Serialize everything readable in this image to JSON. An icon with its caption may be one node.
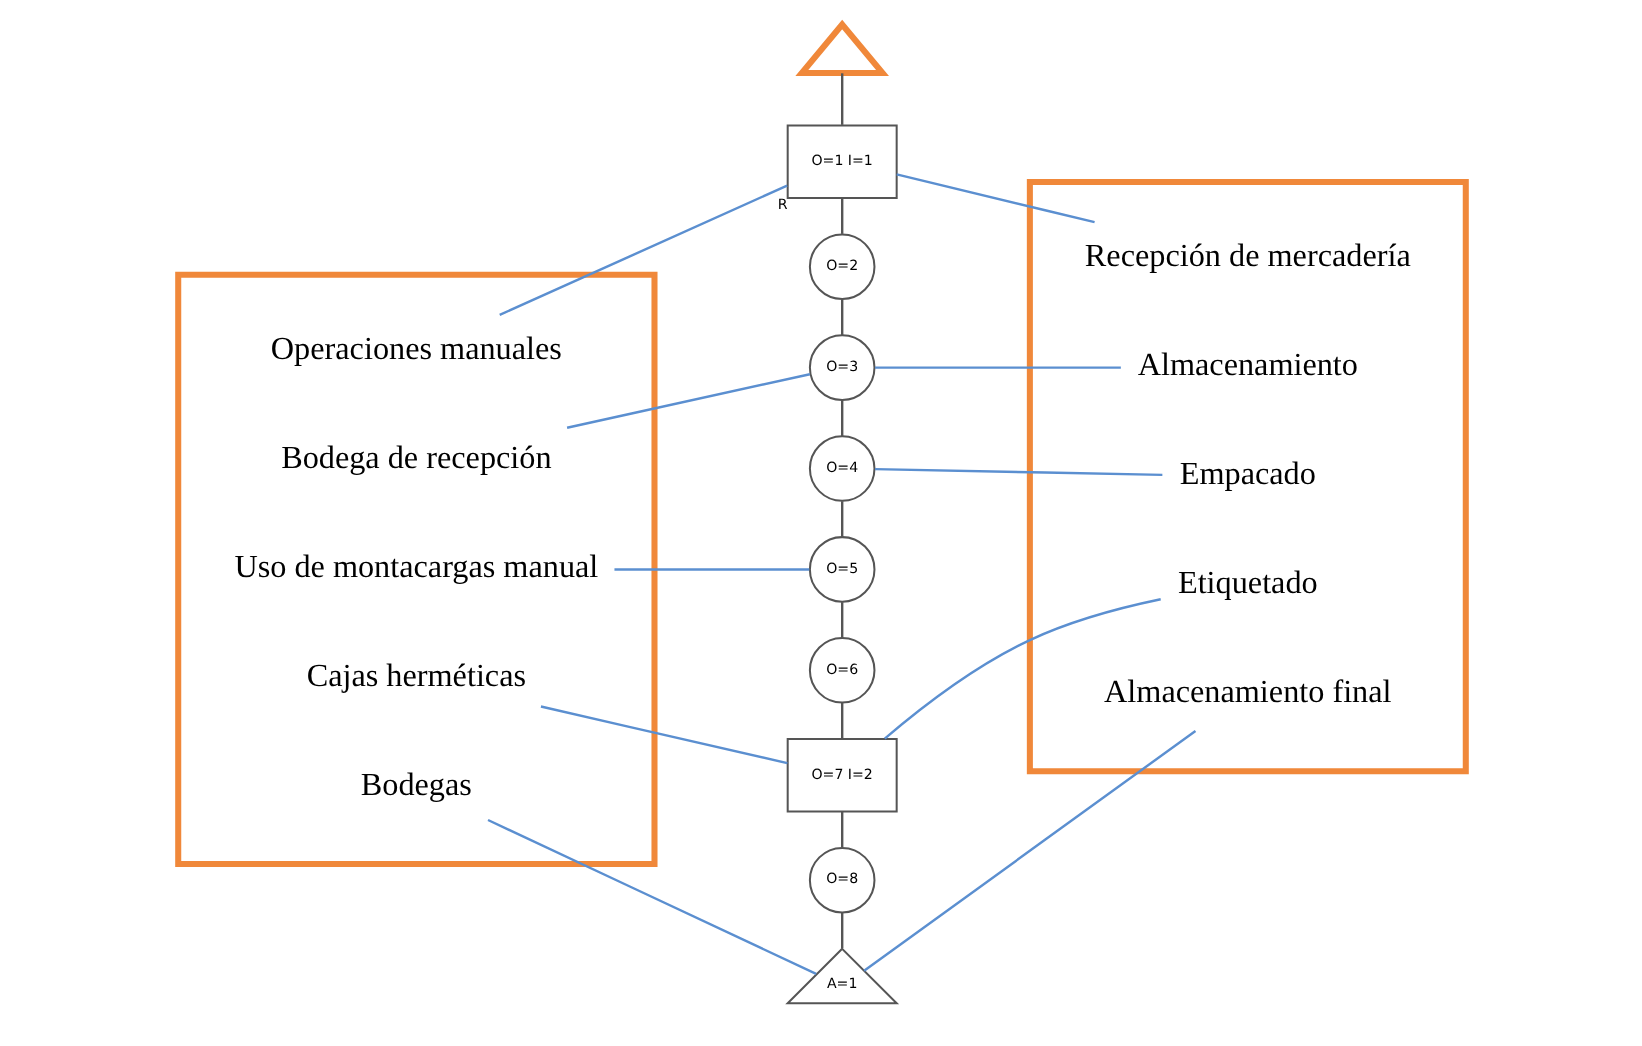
{
  "diagram": {
    "nodes": [
      {
        "text": [],
        "shape": "box"
      },
      {
        "text": [
          "Operaciones manuales"
        ],
        "in": 0
      },
      {
        "text": [
          "Bodega de recepción"
        ],
        "in": 0
      },
      {
        "text": [
          "Uso de montacargas manual"
        ],
        "in": 0
      },
      {
        "text": [
          "Cajas herméticas"
        ],
        "in": 0
      },
      {
        "text": [
          "Bodegas"
        ],
        "in": 0
      },
      {
        "text": [],
        "shape": "box"
      },
      {
        "text": [
          "Recepción de mercadería"
        ],
        "in": 6
      },
      {
        "text": [
          "Almacenamiento"
        ],
        "in": 6
      },
      {
        "text": [
          "Empacado"
        ],
        "in": 6
      },
      {
        "text": [
          "Etiquetado"
        ],
        "in": 6
      },
      {
        "text": [
          "Almacenamiento final"
        ],
        "in": 6
      },
      {
        "text": [],
        "shape": "triangle"
      },
      {
        "text": [
          "O=1 I=1"
        ],
        "beside": [
          "R"
        ]
      },
      {
        "text": [
          "O=2"
        ]
      },
      {
        "text": [
          "O=3"
        ]
      },
      {
        "text": [
          "O=4"
        ]
      },
      {
        "text": [
          "O=5"
        ]
      },
      {
        "text": [
          "O=6"
        ]
      },
      {
        "text": [
          "O=7 I=2"
        ]
      },
      {
        "text": [
          "O=8"
        ]
      },
      {
        "text": [
          "A=1"
        ]
      }
    ],
    "edges": [
      {
        "from": 12,
        "to": 13,
        "arrow": "none",
        "color": "#555555"
      },
      {
        "from": 13,
        "to": 14,
        "arrow": "none",
        "color": "#555555"
      },
      {
        "from": 14,
        "to": 15,
        "arrow": "none",
        "color": "#555555"
      },
      {
        "from": 15,
        "to": 16,
        "arrow": "none",
        "color": "#555555"
      },
      {
        "from": 16,
        "to": 17,
        "arrow": "none",
        "color": "#555555"
      },
      {
        "from": 17,
        "to": 18,
        "arrow": "none",
        "color": "#555555"
      },
      {
        "from": 18,
        "to": 19,
        "arrow": "none",
        "color": "#555555"
      },
      {
        "from": 19,
        "to": 20,
        "arrow": "none",
        "color": "#555555"
      },
      {
        "from": 20,
        "to": 21,
        "arrow": "none",
        "color": "#555555"
      },
      {
        "from": 1,
        "to": 13,
        "arrow": "none"
      },
      {
        "from": 2,
        "to": 15,
        "arrow": "none"
      },
      {
        "from": 3,
        "to": 17,
        "arrow": "none"
      },
      {
        "from": 4,
        "to": 19,
        "arrow": "none"
      },
      {
        "from": 5,
        "to": 21,
        "arrow": "none"
      },
      {
        "from": 13,
        "to": 7,
        "arrow": "none"
      },
      {
        "from": 15,
        "to": 8,
        "arrow": "none"
      },
      {
        "from": 16,
        "to": 9,
        "arrow": "none"
      },
      {
        "from": 19,
        "to": 10,
        "arrow": "none"
      },
      {
        "from": 21,
        "to": 11,
        "arrow": "none"
      }
    ]
  }
}
